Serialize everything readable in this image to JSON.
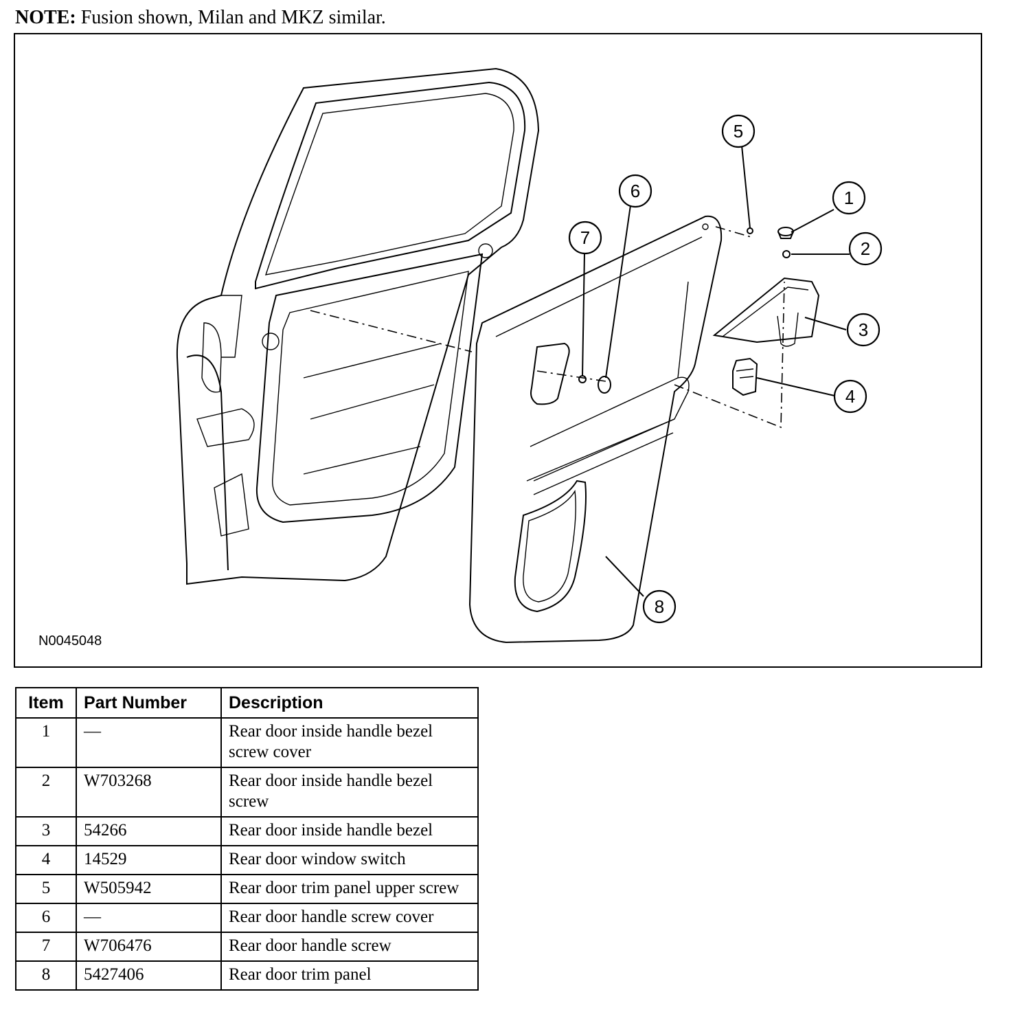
{
  "note": {
    "label": "NOTE:",
    "text": " Fusion shown, Milan and MKZ similar."
  },
  "figure": {
    "id": "N0045048",
    "callouts": [
      "1",
      "2",
      "3",
      "4",
      "5",
      "6",
      "7",
      "8"
    ]
  },
  "table": {
    "headers": [
      "Item",
      "Part Number",
      "Description"
    ],
    "rows": [
      {
        "item": "1",
        "part": "—",
        "desc": "Rear door inside handle bezel screw cover"
      },
      {
        "item": "2",
        "part": "W703268",
        "desc": "Rear door inside handle bezel screw"
      },
      {
        "item": "3",
        "part": "54266",
        "desc": "Rear door inside handle bezel"
      },
      {
        "item": "4",
        "part": "14529",
        "desc": "Rear door window switch"
      },
      {
        "item": "5",
        "part": "W505942",
        "desc": "Rear door trim panel upper screw"
      },
      {
        "item": "6",
        "part": "—",
        "desc": "Rear door handle screw cover"
      },
      {
        "item": "7",
        "part": "W706476",
        "desc": "Rear door handle screw"
      },
      {
        "item": "8",
        "part": "5427406",
        "desc": "Rear door trim panel"
      }
    ]
  }
}
